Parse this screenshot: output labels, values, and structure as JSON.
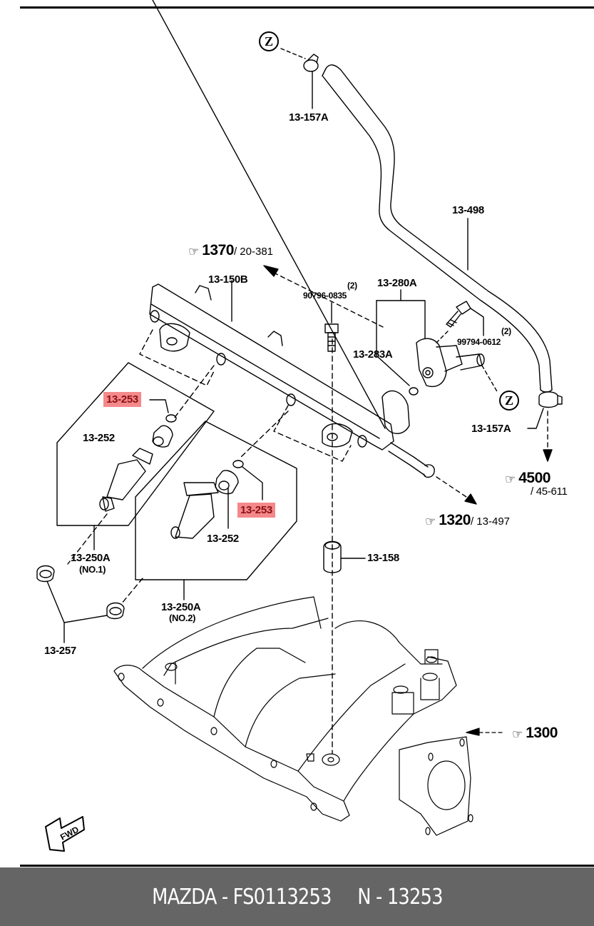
{
  "diagram": {
    "title": "Mazda fuel rail / injector parts diagram",
    "part_labels": {
      "hose_clamp_top": "13-157A",
      "fuel_hose": "13-498",
      "fuel_rail": "13-150B",
      "bolt_left_qty": "(2)",
      "bolt_left": "90796-0835",
      "pressure_regulator_assy": "13-280A",
      "regulator_oring": "13-283A",
      "bolt_right_qty": "(2)",
      "bolt_right": "99794-0612",
      "hose_clamp_right": "13-157A",
      "injector1_oring": "13-253",
      "injector1_seal": "13-252",
      "injector1": "13-250A",
      "injector1_no": "(NO.1)",
      "injector2_oring": "13-253",
      "injector2_seal": "13-252",
      "injector2": "13-250A",
      "injector2_no": "(NO.2)",
      "insulator": "13-257",
      "spacer": "13-158"
    },
    "highlight_color": "#f4898b",
    "highlight_text_color": "#8a0f12",
    "references": [
      {
        "id": "ref-1370",
        "section": "1370",
        "page": "/ 20-381"
      },
      {
        "id": "ref-4500",
        "section": "4500",
        "page": "/ 45-611"
      },
      {
        "id": "ref-1320",
        "section": "1320",
        "page": "/ 13-497"
      },
      {
        "id": "ref-1300",
        "section": "1300",
        "page": ""
      }
    ],
    "connector_marks": [
      "Z",
      "Z"
    ],
    "direction_badge": "FWD",
    "hand_icon": "☞"
  },
  "footer": {
    "text": "MAZDA - FS0113253     N - 13253",
    "background": "#656565"
  }
}
